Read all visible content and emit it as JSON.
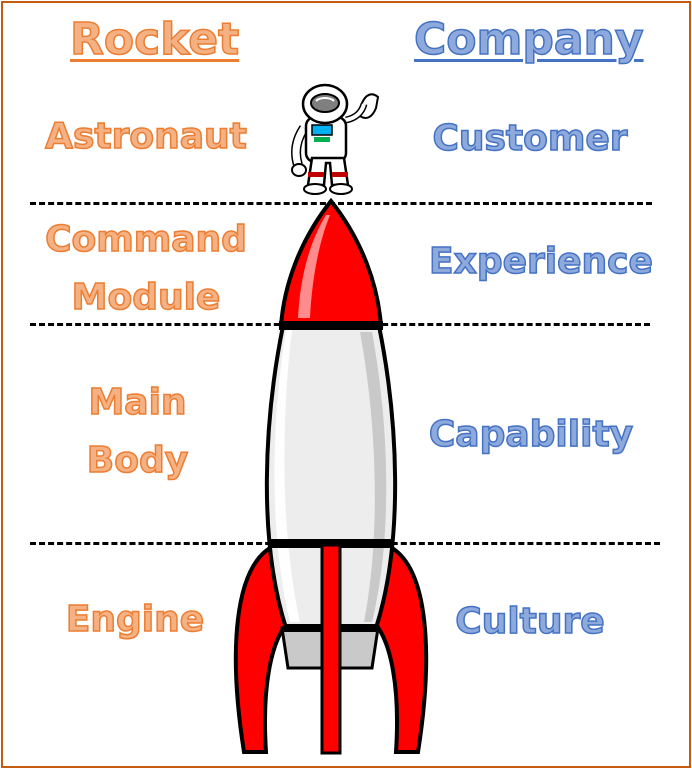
{
  "headers": {
    "rocket": "Rocket",
    "company": "Company"
  },
  "rows": [
    {
      "rocket": "Astronaut",
      "company": "Customer"
    },
    {
      "rocket": "Command Module",
      "company": "Experience"
    },
    {
      "rocket": "Main Body",
      "company": "Capability"
    },
    {
      "rocket": "Engine",
      "company": "Culture"
    }
  ],
  "colors": {
    "rocket_text": "#F4B183",
    "rocket_outline": "#ED7D31",
    "company_text": "#8EA9DB",
    "company_outline": "#4472C4",
    "rocket_red": "#FF0000",
    "border": "#C55A11"
  }
}
